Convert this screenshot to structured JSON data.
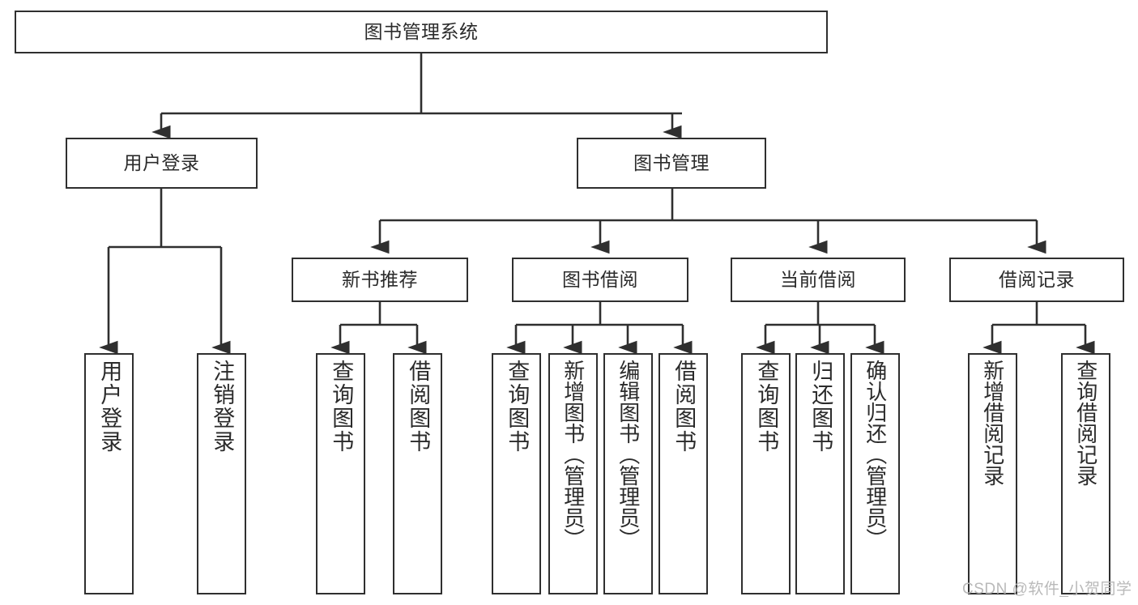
{
  "diagram": {
    "title": "图书管理系统",
    "type": "tree-hierarchy",
    "background_color": "#ffffff",
    "node_border_color": "#2f2f2f",
    "node_fill_color": "#ffffff",
    "text_color": "#2b2b2b",
    "edge_color": "#2f2f2f",
    "root": {
      "id": "root",
      "label": "图书管理系统"
    },
    "level2": [
      {
        "id": "user-login",
        "label": "用户登录"
      },
      {
        "id": "book-management",
        "label": "图书管理"
      }
    ],
    "level3": [
      {
        "id": "new-book-recommend",
        "label": "新书推荐",
        "parent": "book-management"
      },
      {
        "id": "book-borrow",
        "label": "图书借阅",
        "parent": "book-management"
      },
      {
        "id": "current-borrow",
        "label": "当前借阅",
        "parent": "book-management"
      },
      {
        "id": "borrow-record",
        "label": "借阅记录",
        "parent": "book-management"
      }
    ],
    "leaves": {
      "user_login": [
        {
          "id": "leaf-user-login",
          "label": "用户登录"
        },
        {
          "id": "leaf-logout-login",
          "label": "注销登录"
        }
      ],
      "new_book_recommend": [
        {
          "id": "leaf-query-book-1",
          "label": "查询图书"
        },
        {
          "id": "leaf-borrow-book-1",
          "label": "借阅图书"
        }
      ],
      "book_borrow": [
        {
          "id": "leaf-query-book-2",
          "label": "查询图书"
        },
        {
          "id": "leaf-add-book",
          "label": "新增图书（管理员）"
        },
        {
          "id": "leaf-edit-book",
          "label": "编辑图书（管理员）"
        },
        {
          "id": "leaf-borrow-book-2",
          "label": "借阅图书"
        }
      ],
      "current_borrow": [
        {
          "id": "leaf-query-book-3",
          "label": "查询图书"
        },
        {
          "id": "leaf-return-book",
          "label": "归还图书"
        },
        {
          "id": "leaf-confirm-return",
          "label": "确认归还（管理员）"
        }
      ],
      "borrow_record": [
        {
          "id": "leaf-add-record",
          "label": "新增借阅记录"
        },
        {
          "id": "leaf-query-record",
          "label": "查询借阅记录"
        }
      ]
    }
  },
  "watermark": {
    "text": "CSDN @软件_小贺同学"
  }
}
